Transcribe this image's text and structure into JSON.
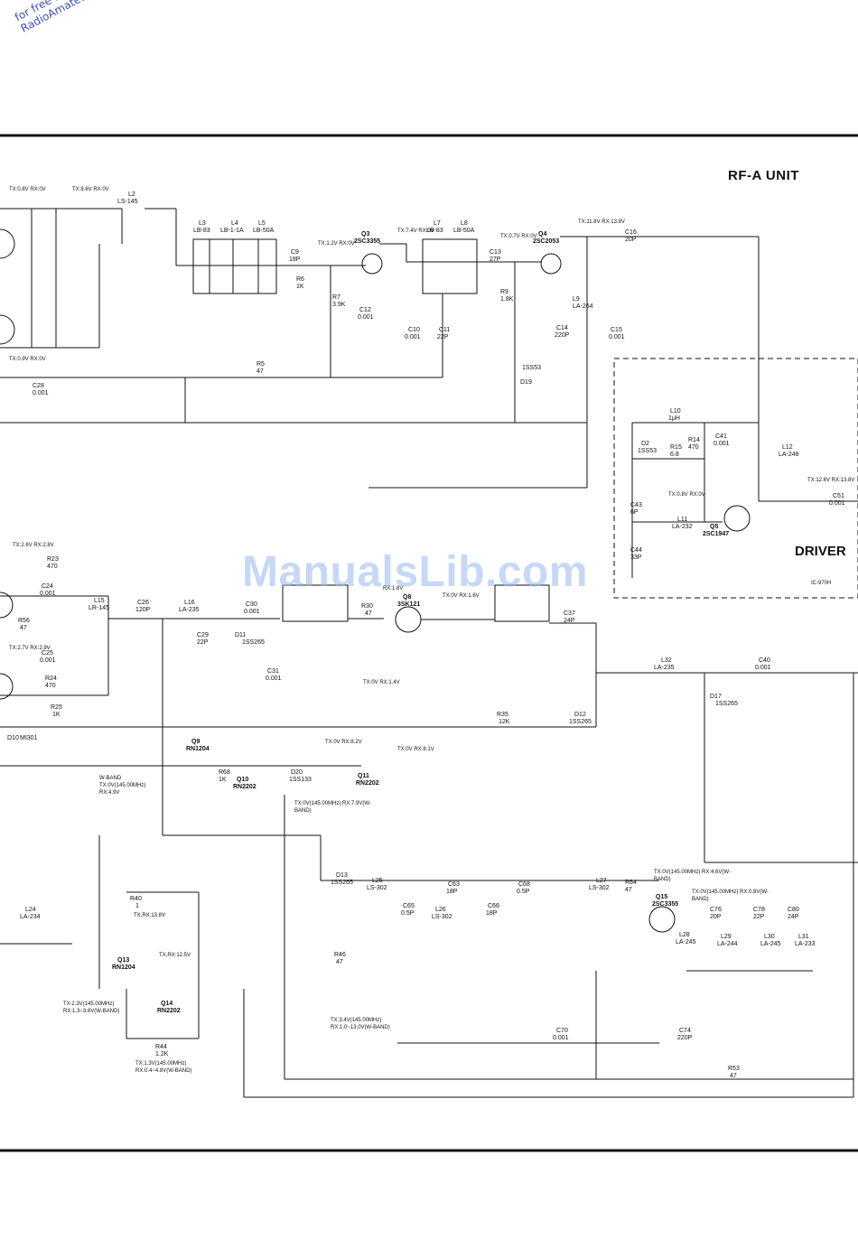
{
  "stamp": {
    "line1": "for free by",
    "line2": "RadioAmateur.eu"
  },
  "unit_title": "RF-A UNIT",
  "driver_title": "DRIVER",
  "model_label": "IC-970H",
  "watermark": "ManualsLib.com",
  "transistors": [
    {
      "ref": "Q3",
      "part": "2SC3355"
    },
    {
      "ref": "Q4",
      "part": "2SC2053"
    },
    {
      "ref": "Q5",
      "part": "2SC1947"
    },
    {
      "ref": "Q8",
      "part": "3SK121"
    },
    {
      "ref": "Q9",
      "part": "RN1204"
    },
    {
      "ref": "Q10",
      "part": "RN2202"
    },
    {
      "ref": "Q11",
      "part": "RN2202"
    },
    {
      "ref": "Q13",
      "part": "RN1204"
    },
    {
      "ref": "Q14",
      "part": "RN2202"
    },
    {
      "ref": "Q15",
      "part": "2SC3355"
    }
  ],
  "coils": [
    {
      "ref": "L2",
      "part": "LS-145"
    },
    {
      "ref": "L3",
      "part": "LB-83"
    },
    {
      "ref": "L4",
      "part": "LB-1-1A"
    },
    {
      "ref": "L5",
      "part": "LB-50A"
    },
    {
      "ref": "L7",
      "part": "LB-83"
    },
    {
      "ref": "L8",
      "part": "LB-50A"
    },
    {
      "ref": "L9",
      "part": "LA-264"
    },
    {
      "ref": "L10",
      "part": "1μH"
    },
    {
      "ref": "L11",
      "part": "LA-232"
    },
    {
      "ref": "L12",
      "part": "LA-248"
    },
    {
      "ref": "L15",
      "part": "LR-145"
    },
    {
      "ref": "L16",
      "part": "LA-235"
    },
    {
      "ref": "L24",
      "part": "LA-234"
    },
    {
      "ref": "L25",
      "part": "LS-302"
    },
    {
      "ref": "L26",
      "part": "LS-302"
    },
    {
      "ref": "L27",
      "part": "LS-302"
    },
    {
      "ref": "L28",
      "part": "LA-245"
    },
    {
      "ref": "L29",
      "part": "LA-244"
    },
    {
      "ref": "L30",
      "part": "LA-245"
    },
    {
      "ref": "L31",
      "part": "LA-233"
    },
    {
      "ref": "L32",
      "part": "LA-235"
    }
  ],
  "capacitors": [
    {
      "ref": "C9",
      "val": "18P"
    },
    {
      "ref": "C10",
      "val": "0.001"
    },
    {
      "ref": "C11",
      "val": "22P"
    },
    {
      "ref": "C12",
      "val": "0.001"
    },
    {
      "ref": "C13",
      "val": "27P"
    },
    {
      "ref": "C14",
      "val": "220P"
    },
    {
      "ref": "C15",
      "val": "0.001"
    },
    {
      "ref": "C16",
      "val": "20P"
    },
    {
      "ref": "C24",
      "val": "0.001"
    },
    {
      "ref": "C25",
      "val": "0.001"
    },
    {
      "ref": "C26",
      "val": "120P"
    },
    {
      "ref": "C28",
      "val": "0.001"
    },
    {
      "ref": "C29",
      "val": "22P"
    },
    {
      "ref": "C30",
      "val": "0.001"
    },
    {
      "ref": "C31",
      "val": "0.001"
    },
    {
      "ref": "C37",
      "val": "24P"
    },
    {
      "ref": "C40",
      "val": "0.001"
    },
    {
      "ref": "C41",
      "val": "0.001"
    },
    {
      "ref": "C43",
      "val": "6P"
    },
    {
      "ref": "C44",
      "val": "33P"
    },
    {
      "ref": "C51",
      "val": "0.001"
    },
    {
      "ref": "C63",
      "val": "18P"
    },
    {
      "ref": "C65",
      "val": "0.5P"
    },
    {
      "ref": "C66",
      "val": "18P"
    },
    {
      "ref": "C68",
      "val": "0.5P"
    },
    {
      "ref": "C70",
      "val": "0.001"
    },
    {
      "ref": "C74",
      "val": "220P"
    },
    {
      "ref": "C76",
      "val": "20P"
    },
    {
      "ref": "C78",
      "val": "22P"
    },
    {
      "ref": "C80",
      "val": "24P"
    }
  ],
  "resistors": [
    {
      "ref": "R5",
      "val": "47"
    },
    {
      "ref": "R6",
      "val": "1K"
    },
    {
      "ref": "R7",
      "val": "3.9K"
    },
    {
      "ref": "R9",
      "val": "1.8K"
    },
    {
      "ref": "R14",
      "val": "470"
    },
    {
      "ref": "R15",
      "val": "6.8"
    },
    {
      "ref": "R23",
      "val": "470"
    },
    {
      "ref": "R24",
      "val": "470"
    },
    {
      "ref": "R25",
      "val": "1K"
    },
    {
      "ref": "R30",
      "val": "47"
    },
    {
      "ref": "R35",
      "val": "12K"
    },
    {
      "ref": "R40",
      "val": "1"
    },
    {
      "ref": "R44",
      "val": "1.2K"
    },
    {
      "ref": "R46",
      "val": "47"
    },
    {
      "ref": "R53",
      "val": "47"
    },
    {
      "ref": "R56",
      "val": "47"
    },
    {
      "ref": "R64",
      "val": "47"
    },
    {
      "ref": "R68",
      "val": "1K"
    }
  ],
  "diodes": [
    {
      "ref": "D2",
      "part": "1SS53"
    },
    {
      "ref": "D10",
      "part": "MI301"
    },
    {
      "ref": "D11",
      "part": "1SS265"
    },
    {
      "ref": "D12",
      "part": "1SS265"
    },
    {
      "ref": "D13",
      "part": "1SS265"
    },
    {
      "ref": "D17",
      "part": "1SS265"
    },
    {
      "ref": "D19",
      "part": "1SS53"
    },
    {
      "ref": "D20",
      "part": "1SS133"
    }
  ],
  "voltages": {
    "q3": "TX:1.2V RX:0V",
    "q3c": "TX:7.4V RX:0V",
    "q4b": "TX:0.7V RX:0V",
    "q4c": "TX:11.8V RX:13.8V",
    "top1": "TX:0.8V RX:0V",
    "top2": "TX:8.6V RX:0V",
    "left1": "TX:0.9V RX:0V",
    "q5b": "TX:0.8V RX:0V",
    "q5c": "TX:12.6V RX:13.8V",
    "k1": "TX:2.6V RX:2.8V",
    "k2": "TX:2.7V RX:2.9V",
    "q8g": "RX:1.8V",
    "q8d": "TX:0V RX:1.6V",
    "q8s": "TX:0V RX:1.4V",
    "q11": "TX:0V RX:8.2V",
    "q11b": "TX:0V RX:8.1V",
    "wband": "W-BAND TX:0V(145.00MHz) RX:4.9V",
    "d20": "TX:0V(145.00MHz) RX:7.9V(W-BAND)",
    "q13a": "TX:2.3V(145.00MHz) RX:1.3~3.6V(W-BAND)",
    "q13b": "TX,RX:13.8V",
    "q14": "TX,RX:12.5V",
    "r44": "TX:1.3V(145.00MHz) RX:0.4~4.8V(W-BAND)",
    "bot": "TX:3.4V(145.00MHz) RX:1.0~13.0V(W-BAND)",
    "q15": "TX:0V(145.00MHz) RX:4.6V(W-BAND)",
    "q15b": "TX:0V(145.00MHz) RX:0.8V(W-BAND)"
  }
}
